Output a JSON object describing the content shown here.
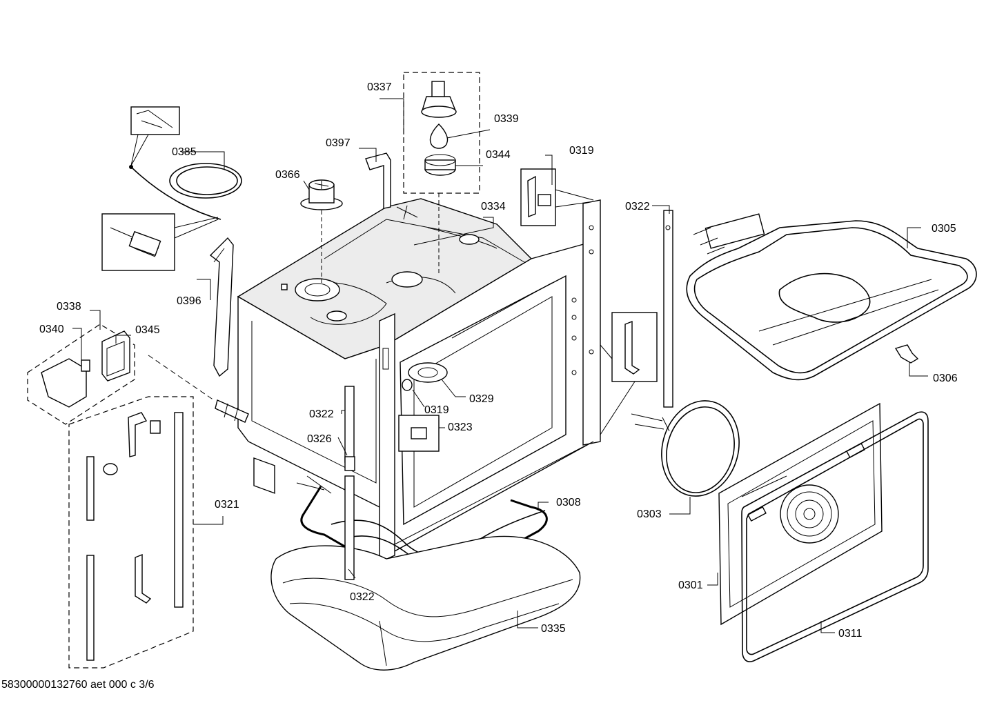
{
  "labels": {
    "p0337": "0337",
    "p0339": "0339",
    "p0344": "0344",
    "p0319a": "0319",
    "p0397": "0397",
    "p0366": "0366",
    "p0385": "0385",
    "p0334": "0334",
    "p0322a": "0322",
    "p0305": "0305",
    "p0396": "0396",
    "p0338": "0338",
    "p0340": "0340",
    "p0345": "0345",
    "p0306": "0306",
    "p0322b": "0322",
    "p0319b": "0319",
    "p0329": "0329",
    "p0323": "0323",
    "p0326": "0326",
    "p0321": "0321",
    "p0308": "0308",
    "p0303": "0303",
    "p0301": "0301",
    "p0322c": "0322",
    "p0335": "0335",
    "p0311": "0311"
  },
  "footer": "58300000132760 aet 000 c 3/6"
}
